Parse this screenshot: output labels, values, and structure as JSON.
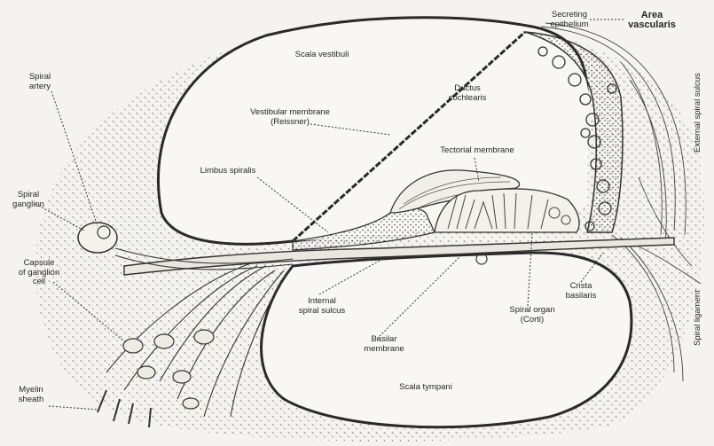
{
  "diagram": {
    "labels": {
      "scala_vestibuli": "Scala vestibuli",
      "ductus_cochlearis": "Ductus\ncochlearis",
      "vestibular_membrane": "Vestibular membrane\n(Reissner)",
      "tectorial_membrane": "Tectorial membrane",
      "limbus_spiralis": "Limbus spiralis",
      "spiral_artery": "Spiral\nartery",
      "spiral_ganglion": "Spiral\nganglion",
      "capsule_ganglion": "Capsule\nof ganglion\ncell",
      "myelin_sheath": "Myelin\nsheath",
      "internal_spiral_sulcus": "Internal\nspiral sulcus",
      "basilar_membrane": "Basilar\nmembrane",
      "spiral_organ": "Spiral organ\n(Corti)",
      "crista_basilaris": "Crista\nbasilaris",
      "scala_tympani": "Scala tympani",
      "secreting_epithelium": "Secreting\nepithelium",
      "area_vascularis": "Area\nvascularis",
      "external_spiral_sulcus": "External spiral sulcus",
      "spiral_ligament": "Spiral   ligament"
    }
  }
}
